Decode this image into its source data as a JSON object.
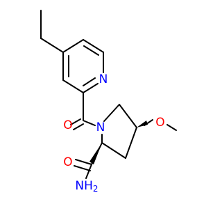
{
  "molecule": {
    "atoms": {
      "n_pyridine": {
        "label": "N",
        "color": "#0000ff"
      },
      "o_carbonyl": {
        "label": "O",
        "color": "#ff0000"
      },
      "n_pyrrolidine": {
        "label": "N",
        "color": "#0000ff"
      },
      "o_methoxy": {
        "label": "O",
        "color": "#ff0000"
      },
      "o_amide": {
        "label": "O",
        "color": "#ff0000"
      },
      "n_amide": {
        "label": "NH",
        "subscript": "2",
        "color": "#0000ff"
      }
    },
    "bond_color": "#000000"
  }
}
